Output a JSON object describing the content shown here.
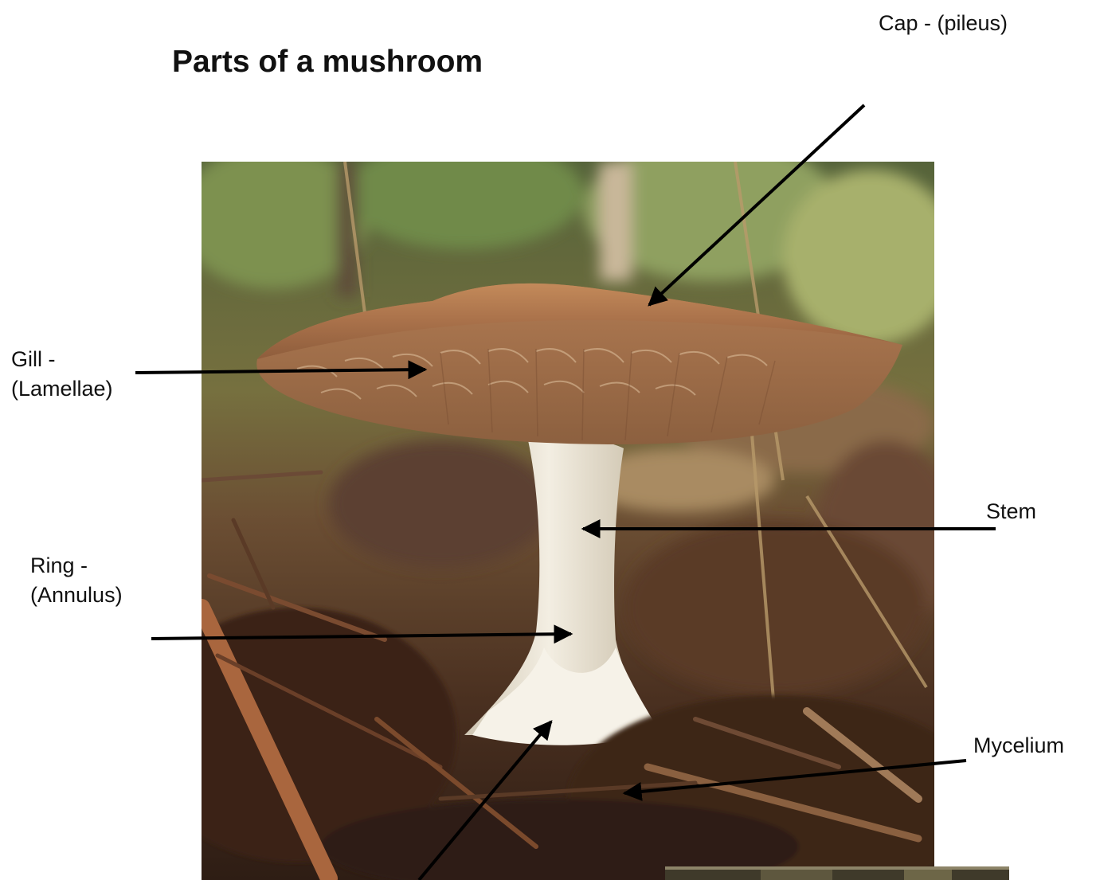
{
  "diagram": {
    "title": "Parts of a mushroom",
    "labels": {
      "cap": "Cap - (pileus)",
      "gill_line1": "Gill -",
      "gill_line2": "(Lamellae)",
      "stem": "Stem",
      "ring_line1": "Ring -",
      "ring_line2": "(Annulus)",
      "mycelium": "Mycelium"
    },
    "colors": {
      "arrow": "#000000",
      "cap_top": "#b87a4c",
      "gill": "#9e6b45",
      "stem": "#ebe3d3",
      "background_forest": "#5b6e3a",
      "ground": "#4a2e1e"
    }
  }
}
